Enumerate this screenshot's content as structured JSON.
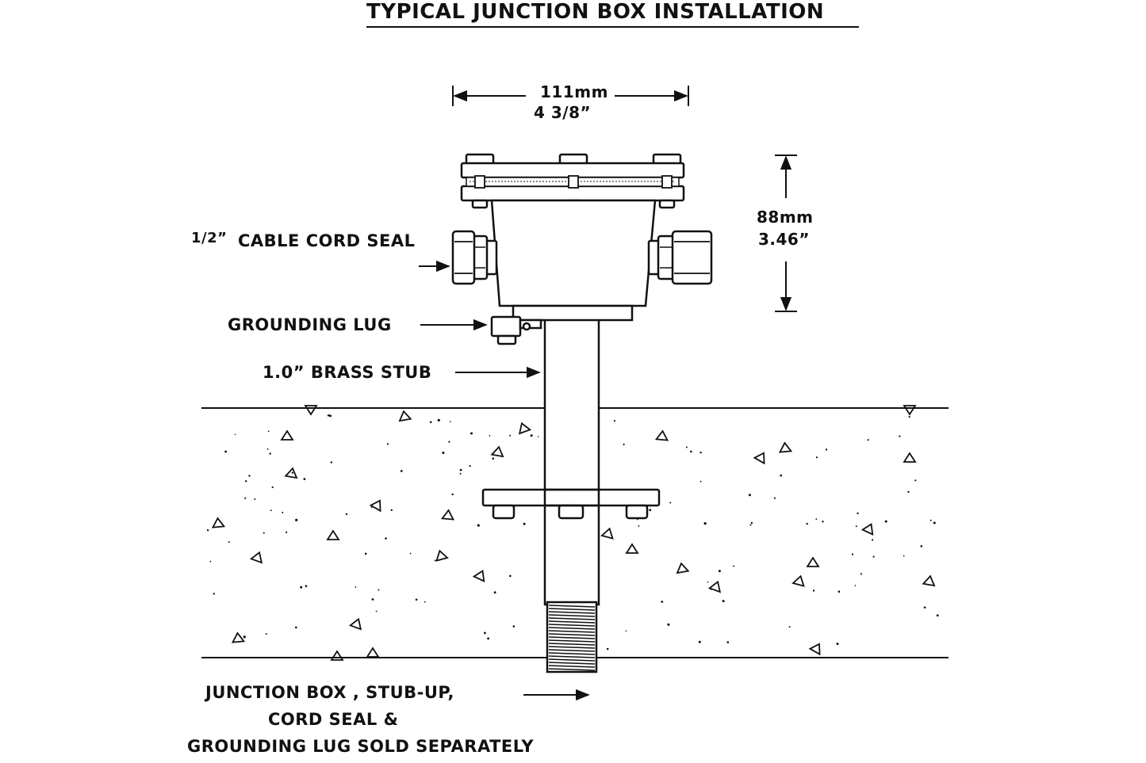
{
  "title": "TYPICAL JUNCTION BOX INSTALLATION",
  "dimensions": {
    "width_mm": "111mm",
    "width_in": "4 3/8”",
    "height_mm": "88mm",
    "height_in": "3.46”"
  },
  "callouts": {
    "cable_fraction": "1/2”",
    "cable_text": "CABLE CORD SEAL",
    "grounding_lug": "GROUNDING LUG",
    "brass_stub": "1.0” BRASS STUB"
  },
  "note": {
    "line1": "JUNCTION BOX , STUB-UP,",
    "line2": "CORD SEAL &",
    "line3": "GROUNDING LUG SOLD SEPARATELY"
  },
  "colors": {
    "ink": "#111111",
    "paper": "#ffffff"
  }
}
